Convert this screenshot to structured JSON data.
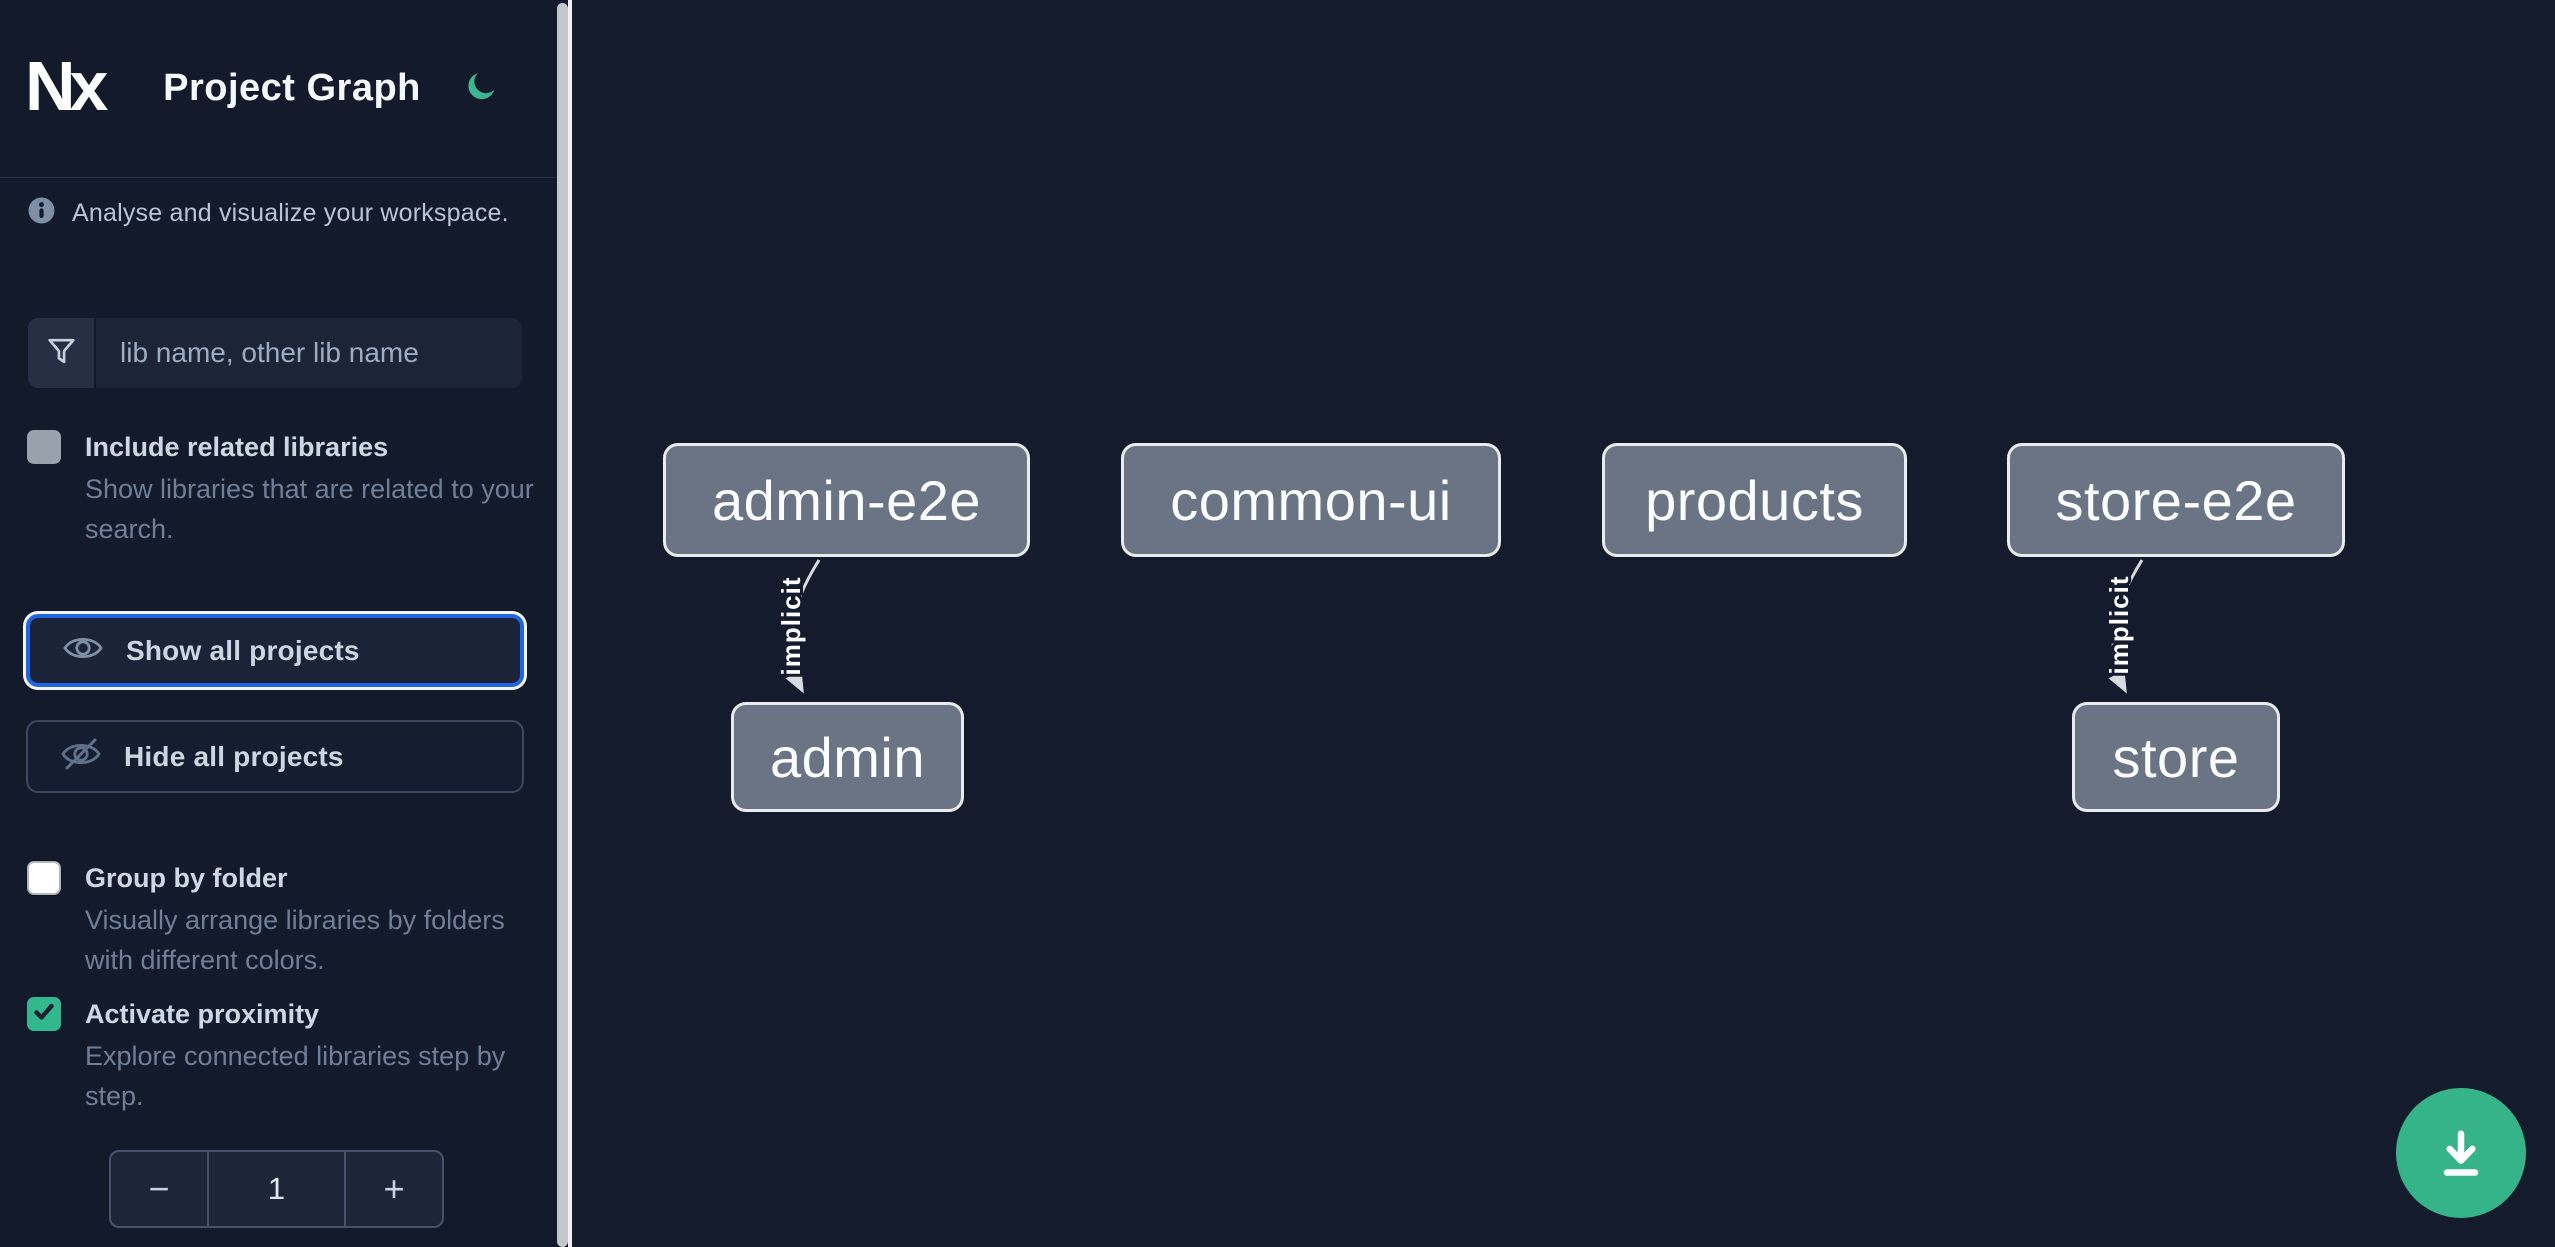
{
  "header": {
    "logo_text": "Nx",
    "title": "Project Graph"
  },
  "sidebar": {
    "tagline": "Analyse and visualize your workspace.",
    "search": {
      "placeholder": "lib name, other lib name"
    },
    "include_related": {
      "label": "Include related libraries",
      "description": "Show libraries that are related to your search.",
      "checked": false,
      "disabled": true
    },
    "actions": {
      "show_all": "Show all projects",
      "hide_all": "Hide all projects",
      "focused": "show_all"
    },
    "group_by_folder": {
      "label": "Group by folder",
      "description": "Visually arrange libraries by folders with different colors.",
      "checked": false
    },
    "activate_proximity": {
      "label": "Activate proximity",
      "description": "Explore connected libraries step by step.",
      "checked": true
    },
    "proximity_stepper": {
      "decrement": "−",
      "value": "1",
      "increment": "+"
    }
  },
  "graph": {
    "nodes": [
      {
        "id": "admin-e2e",
        "label": "admin-e2e"
      },
      {
        "id": "common-ui",
        "label": "common-ui"
      },
      {
        "id": "products",
        "label": "products"
      },
      {
        "id": "store-e2e",
        "label": "store-e2e"
      },
      {
        "id": "admin",
        "label": "admin"
      },
      {
        "id": "store",
        "label": "store"
      }
    ],
    "edges": [
      {
        "source": "admin-e2e",
        "target": "admin",
        "label": "implicit"
      },
      {
        "source": "store-e2e",
        "target": "store",
        "label": "implicit"
      }
    ]
  },
  "colors": {
    "accent_green": "#35b489",
    "focus_blue": "#2166e0",
    "node_fill": "#6b7485",
    "node_border": "#e9ebef",
    "edge": "#d6dae1",
    "sidebar_bg": "#121a2b",
    "canvas_bg": "#141b2c"
  }
}
